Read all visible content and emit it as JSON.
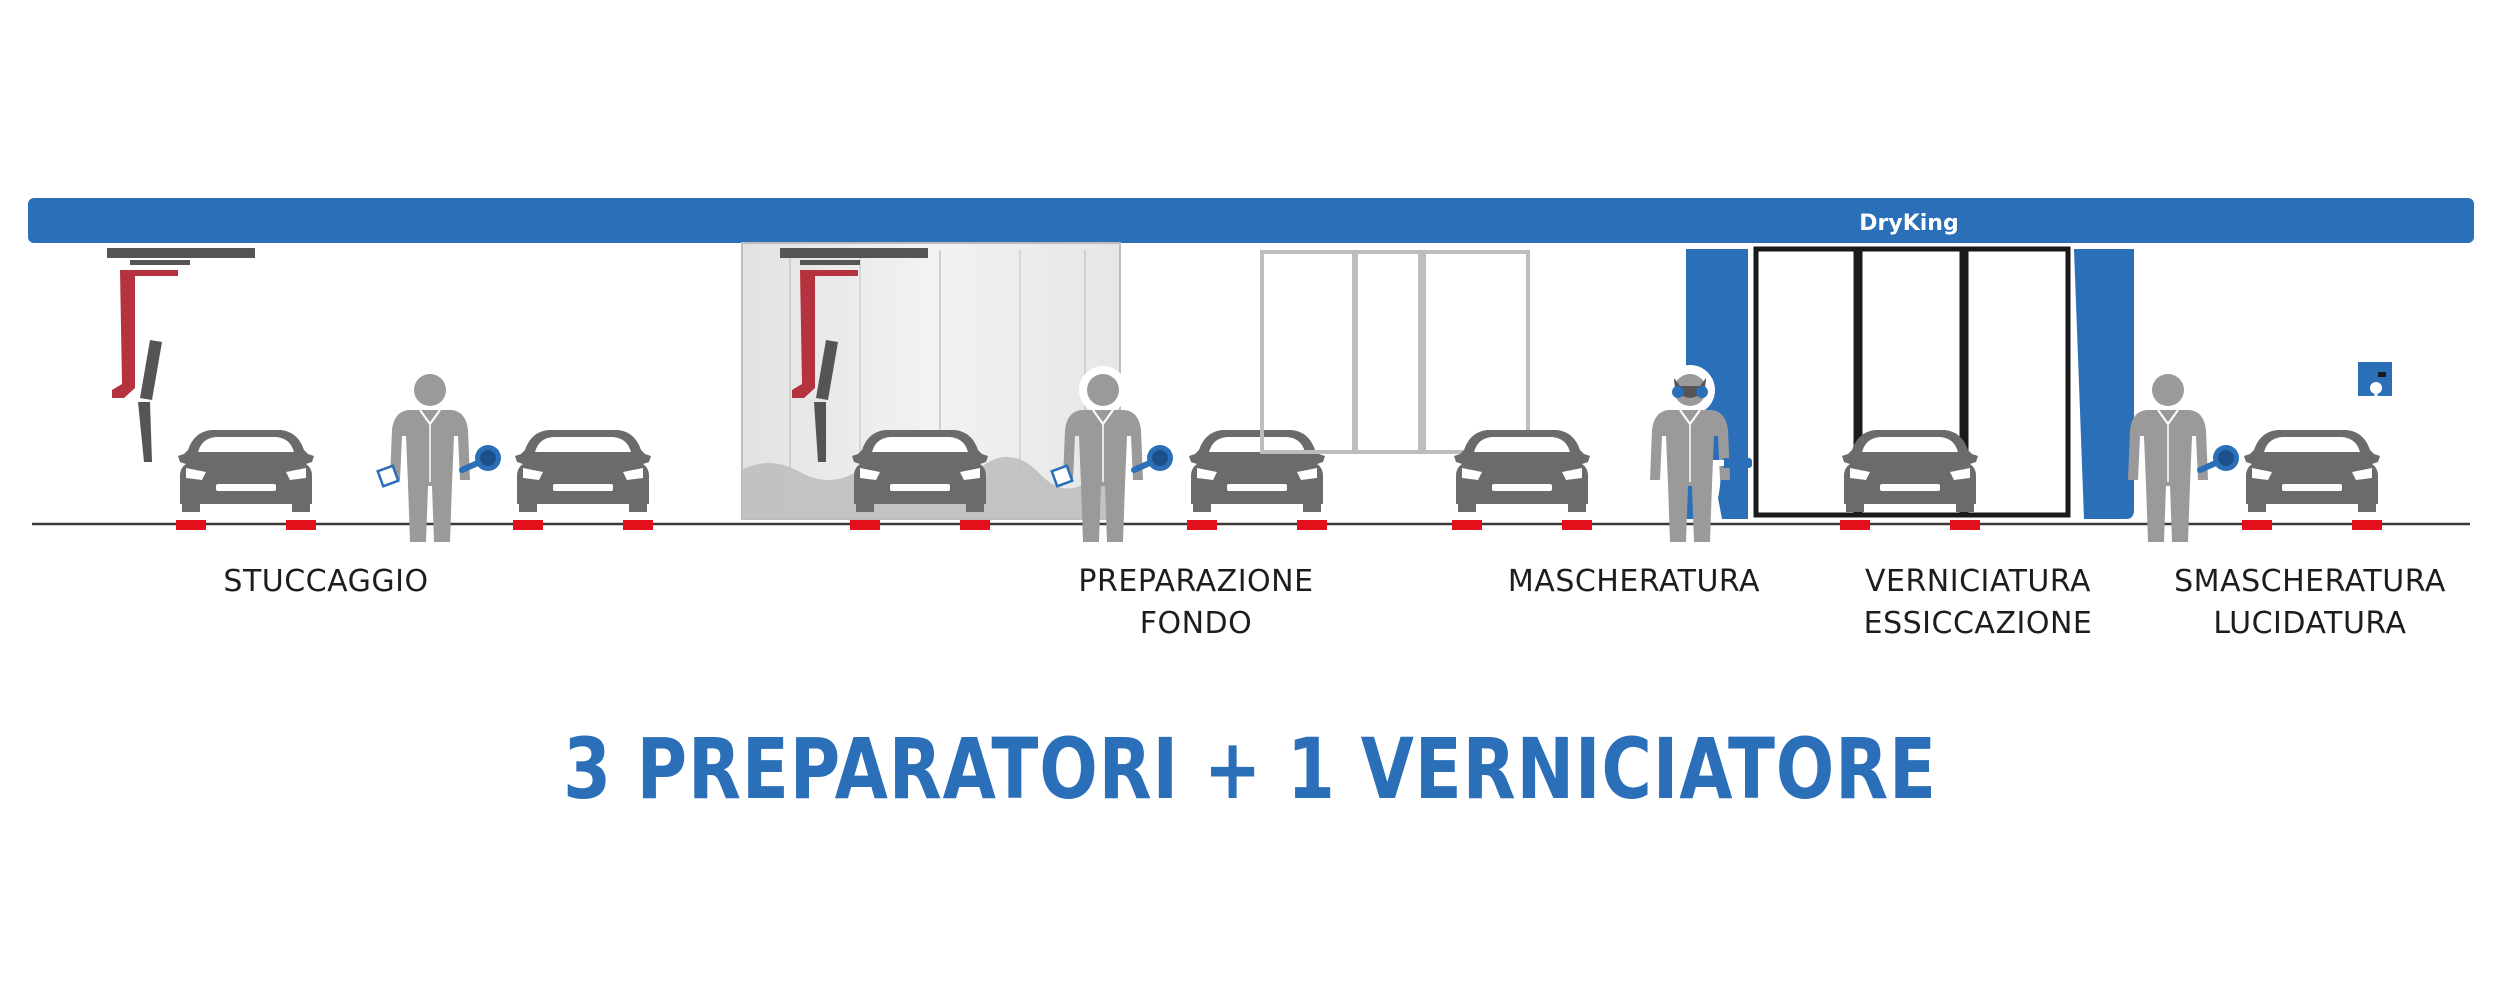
{
  "brand": {
    "name": "DryKing"
  },
  "colors": {
    "blue": "#2a6fb8",
    "red_arm": "#b5323f",
    "dark_grey": "#555555",
    "car_grey": "#6b6b6b",
    "worker_grey": "#9a9a9a",
    "marker_red": "#e3101c"
  },
  "stations": [
    {
      "id": "stuccaggio",
      "lines": [
        "STUCCAGGIO"
      ]
    },
    {
      "id": "preparazione",
      "lines": [
        "PREPARAZIONE",
        "FONDO"
      ]
    },
    {
      "id": "mascheratura",
      "lines": [
        "MASCHERATURA"
      ]
    },
    {
      "id": "verniciatura",
      "lines": [
        "VERNICIATURA",
        "ESSICCAZIONE"
      ]
    },
    {
      "id": "smascheratura",
      "lines": [
        "SMASCHERATURA",
        "LUCIDATURA"
      ]
    }
  ],
  "headline": "3 PREPARATORI + 1 VERNICIATORE"
}
